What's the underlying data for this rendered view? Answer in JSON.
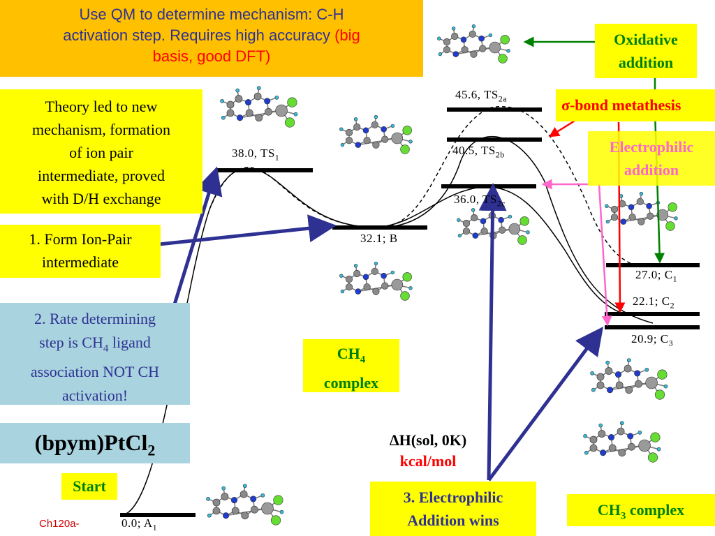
{
  "title_box": {
    "line1": "Use QM to determine mechanism: C-H",
    "line2_black": "activation step. Requires high accuracy ",
    "line2_red": "(big",
    "line3_red": "basis, good DFT)"
  },
  "theory_box": {
    "lines": [
      "Theory led to new",
      "mechanism, formation",
      "of ion pair",
      "intermediate, proved",
      "with D/H exchange"
    ]
  },
  "step1_box": {
    "lines": [
      "1. Form Ion-Pair",
      "intermediate"
    ]
  },
  "step2_box": {
    "line1": "2. Rate determining",
    "line2_pre": "step is CH",
    "line2_sub": "4",
    "line2_post": " ligand",
    "line3": "association NOT CH",
    "line4": "activation!"
  },
  "complex_label": {
    "main": "(bpym)PtCl",
    "sub": "2"
  },
  "start_label": "Start",
  "footer": "Ch120a-",
  "ch4_box": {
    "main": "CH",
    "sub": "4",
    "line2": "complex"
  },
  "units": {
    "line1": "ΔH(sol, 0K)",
    "line2": "kcal/mol"
  },
  "step3_box": {
    "lines": [
      "3. Electrophilic",
      "Addition wins"
    ]
  },
  "ch3_box": {
    "main": "CH",
    "sub": "3",
    "post": " complex"
  },
  "oxidative_box": {
    "lines": [
      "Oxidative",
      "addition"
    ]
  },
  "sigma_box": {
    "symbol": "σ",
    "text": "-bond metathesis"
  },
  "electrophilic_box": {
    "lines": [
      "Electrophilic",
      "addition"
    ]
  },
  "levels": {
    "A1": {
      "value": "0.0",
      "name": "A",
      "sub": "1"
    },
    "TS1": {
      "value": "38.0",
      "name": "TS",
      "sub": "1"
    },
    "B": {
      "value": "32.1",
      "name": "B",
      "sub": ""
    },
    "TS2a": {
      "value": "45.6",
      "name": "TS",
      "sub": "2a"
    },
    "TS2b": {
      "value": "40.5",
      "name": "TS",
      "sub": "2b"
    },
    "TS2c": {
      "value": "36.0",
      "name": "TS",
      "sub": "2c"
    },
    "C1": {
      "value": "27.0",
      "name": "C",
      "sub": "1"
    },
    "C2": {
      "value": "22.1",
      "name": "C",
      "sub": "2"
    },
    "C3": {
      "value": "20.9",
      "name": "C",
      "sub": "3"
    }
  },
  "colors": {
    "yellow": "#ffff00",
    "orange": "#ffc000",
    "teal_box": "#a9d3de",
    "blue_arrow": "#2e3192",
    "green_arrow": "#008000",
    "red_arrow": "#ff0000",
    "pink_arrow": "#ff66cc",
    "pink_text": "#ff66cc"
  }
}
